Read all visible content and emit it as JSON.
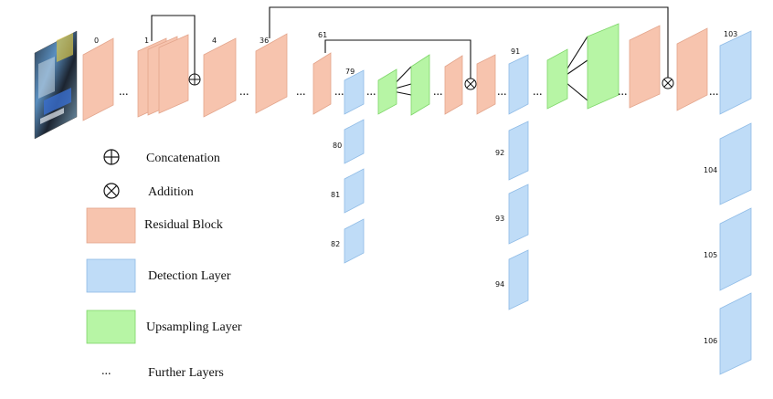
{
  "colors": {
    "residual": "#f7c4ae",
    "detection": "#bfdcf7",
    "upsampling": "#b7f5a5",
    "stroke_residual": "#e3a58c",
    "stroke_detection": "#8fbbe6",
    "stroke_upsampling": "#7fd66a"
  },
  "layer_labels": {
    "l0": "0",
    "l1": "1",
    "l4": "4",
    "l36": "36",
    "l61": "61",
    "l79": "79",
    "l80": "80",
    "l81": "81",
    "l82": "82",
    "l91": "91",
    "l92": "92",
    "l93": "93",
    "l94": "94",
    "l103": "103",
    "l104": "104",
    "l105": "105",
    "l106": "106"
  },
  "legend": {
    "concatenation": "Concatenation",
    "addition": "Addition",
    "residual": "Residual Block",
    "detection": "Detection Layer",
    "upsampling": "Upsampling Layer",
    "further": "Further Layers",
    "dots_symbol": "..."
  },
  "dots": "..."
}
